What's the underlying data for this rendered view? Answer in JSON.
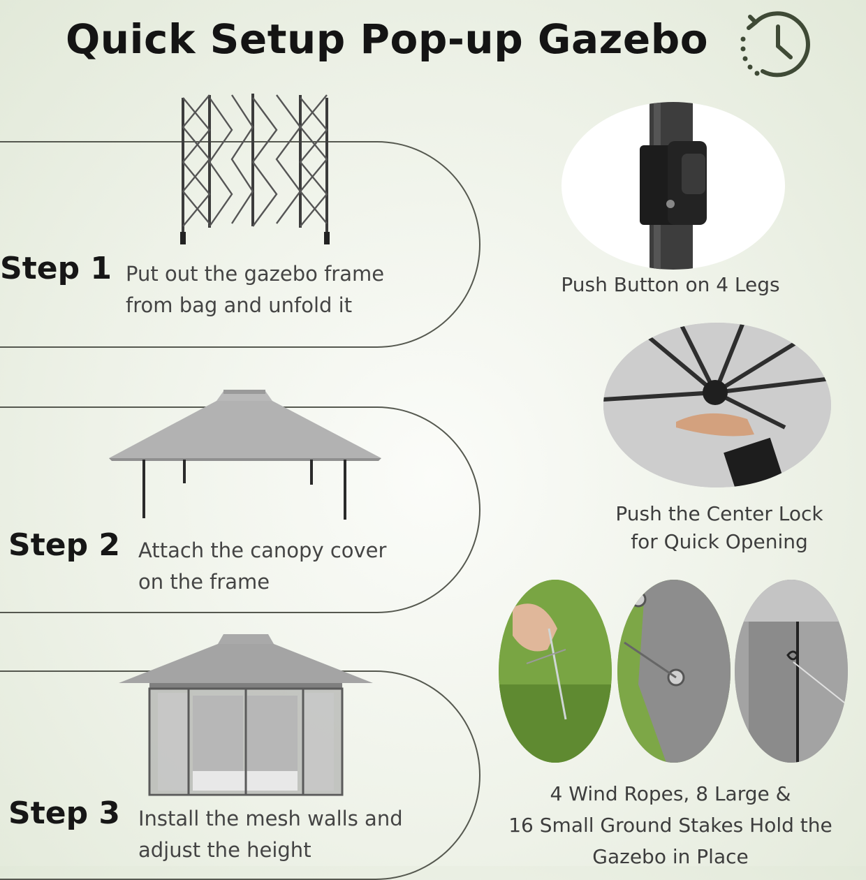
{
  "title": "Quick Setup Pop-up Gazebo",
  "icons": {
    "header": "clock-icon"
  },
  "colors": {
    "accent": "#3f4a36",
    "frame": "#3a3a3a",
    "canopy": "#a8a8a8"
  },
  "steps": [
    {
      "label": "Step 1",
      "desc_line1": "Put out the gazebo frame",
      "desc_line2": "from bag and unfold it"
    },
    {
      "label": "Step 2",
      "desc_line1": "Attach the canopy cover",
      "desc_line2": "on the frame"
    },
    {
      "label": "Step 3",
      "desc_line1": "Install the mesh walls and",
      "desc_line2": "adjust the height"
    }
  ],
  "features": {
    "push_button": "Push Button on 4 Legs",
    "center_lock_line1": "Push the Center Lock",
    "center_lock_line2": "for Quick Opening",
    "stakes_line1": "4 Wind Ropes, 8 Large &",
    "stakes_line2": "16 Small Ground Stakes Hold the",
    "stakes_line3": "Gazebo in Place"
  }
}
